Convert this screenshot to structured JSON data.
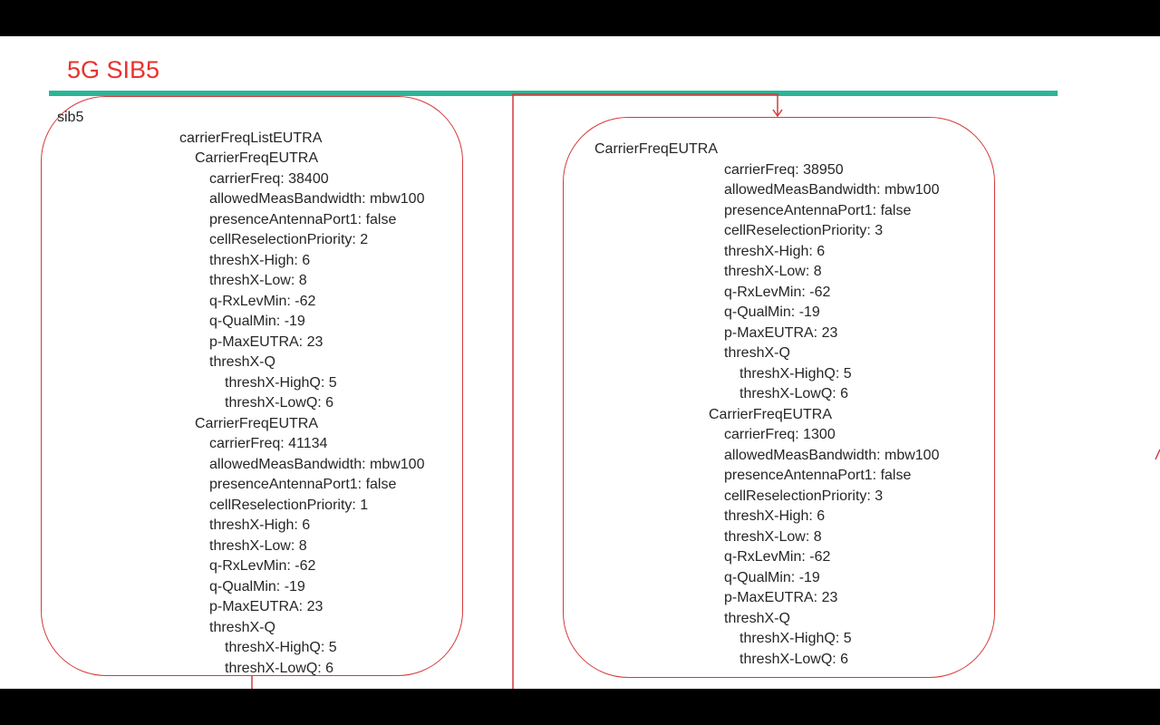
{
  "slide": {
    "title": "5G SIB5",
    "title_color": "#e8322f",
    "accent_bar_color": "#2bb596",
    "box_border_color": "#d43a3a"
  },
  "left_panel": {
    "lines": [
      {
        "text": "sib5",
        "level": 0
      },
      {
        "text": "carrierFreqListEUTRA",
        "level": 1
      },
      {
        "text": "CarrierFreqEUTRA",
        "level": 2
      },
      {
        "text": "carrierFreq: 38400",
        "level": 3
      },
      {
        "text": "allowedMeasBandwidth: mbw100",
        "level": 3
      },
      {
        "text": "presenceAntennaPort1: false",
        "level": 3
      },
      {
        "text": "cellReselectionPriority: 2",
        "level": 3
      },
      {
        "text": "threshX-High: 6",
        "level": 3
      },
      {
        "text": "threshX-Low: 8",
        "level": 3
      },
      {
        "text": "q-RxLevMin: -62",
        "level": 3
      },
      {
        "text": "q-QualMin: -19",
        "level": 3
      },
      {
        "text": "p-MaxEUTRA: 23",
        "level": 3
      },
      {
        "text": "threshX-Q",
        "level": 3
      },
      {
        "text": "threshX-HighQ: 5",
        "level": 4
      },
      {
        "text": "threshX-LowQ: 6",
        "level": 4
      },
      {
        "text": "CarrierFreqEUTRA",
        "level": 2
      },
      {
        "text": "carrierFreq: 41134",
        "level": 3
      },
      {
        "text": "allowedMeasBandwidth: mbw100",
        "level": 3
      },
      {
        "text": "presenceAntennaPort1: false",
        "level": 3
      },
      {
        "text": "cellReselectionPriority: 1",
        "level": 3
      },
      {
        "text": "threshX-High: 6",
        "level": 3
      },
      {
        "text": "threshX-Low: 8",
        "level": 3
      },
      {
        "text": "q-RxLevMin: -62",
        "level": 3
      },
      {
        "text": "q-QualMin: -19",
        "level": 3
      },
      {
        "text": "p-MaxEUTRA: 23",
        "level": 3
      },
      {
        "text": "threshX-Q",
        "level": 3
      },
      {
        "text": "threshX-HighQ: 5",
        "level": 4
      },
      {
        "text": "threshX-LowQ: 6",
        "level": 4
      }
    ]
  },
  "right_panel": {
    "lines": [
      {
        "text": "CarrierFreqEUTRA",
        "level": 0
      },
      {
        "text": "carrierFreq: 38950",
        "level": 3
      },
      {
        "text": "allowedMeasBandwidth: mbw100",
        "level": 3
      },
      {
        "text": "presenceAntennaPort1: false",
        "level": 3
      },
      {
        "text": "cellReselectionPriority: 3",
        "level": 3
      },
      {
        "text": "threshX-High: 6",
        "level": 3
      },
      {
        "text": "threshX-Low: 8",
        "level": 3
      },
      {
        "text": "q-RxLevMin: -62",
        "level": 3
      },
      {
        "text": "q-QualMin: -19",
        "level": 3
      },
      {
        "text": "p-MaxEUTRA: 23",
        "level": 3
      },
      {
        "text": "threshX-Q",
        "level": 3
      },
      {
        "text": "threshX-HighQ: 5",
        "level": 4
      },
      {
        "text": "threshX-LowQ: 6",
        "level": 4
      },
      {
        "text": "CarrierFreqEUTRA",
        "level": 2
      },
      {
        "text": "carrierFreq: 1300",
        "level": 3
      },
      {
        "text": "allowedMeasBandwidth: mbw100",
        "level": 3
      },
      {
        "text": "presenceAntennaPort1: false",
        "level": 3
      },
      {
        "text": "cellReselectionPriority: 3",
        "level": 3
      },
      {
        "text": "threshX-High: 6",
        "level": 3
      },
      {
        "text": "threshX-Low: 8",
        "level": 3
      },
      {
        "text": "q-RxLevMin: -62",
        "level": 3
      },
      {
        "text": "q-QualMin: -19",
        "level": 3
      },
      {
        "text": "p-MaxEUTRA: 23",
        "level": 3
      },
      {
        "text": "threshX-Q",
        "level": 3
      },
      {
        "text": "threshX-HighQ: 5",
        "level": 4
      },
      {
        "text": "threshX-LowQ: 6",
        "level": 4
      }
    ]
  }
}
